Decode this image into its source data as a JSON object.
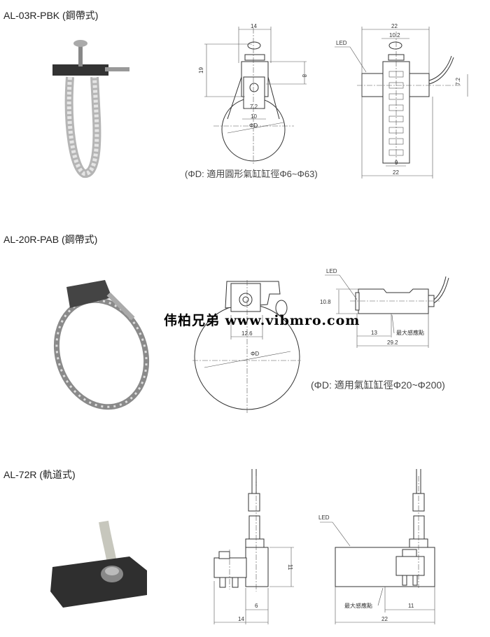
{
  "sections": [
    {
      "model": "AL-03R-PBK (鋼帶式)",
      "caption": "(ΦD: 適用圓形氣缸缸徑Φ6~Φ63)",
      "front_dims": {
        "width": "14",
        "height": "19",
        "h2": "8",
        "w2": "7.2",
        "w3": "10",
        "dia": "ΦD"
      },
      "side_dims": {
        "top": "22",
        "inner": "10.2",
        "led": "LED",
        "h": "7.2",
        "bottom_inner": "9",
        "bottom": "22"
      }
    },
    {
      "model": "AL-20R-PAB (鋼帶式)",
      "caption": "(ΦD: 適用氣缸缸徑Φ20~Φ200)",
      "front_dims": {
        "w": "12.6",
        "dia": "ΦD"
      },
      "side_dims": {
        "led": "LED",
        "h": "10.8",
        "d1": "13",
        "d2": "29.2",
        "sense": "最大感應點"
      }
    },
    {
      "model": "AL-72R (軌道式)",
      "front_dims": {
        "h": "11",
        "w1": "6",
        "w2": "14"
      },
      "side_dims": {
        "led": "LED",
        "sense": "最大感應點",
        "d1": "11",
        "d2": "22"
      }
    }
  ],
  "watermark": "伟柏兄弟 www.vibmro.com"
}
